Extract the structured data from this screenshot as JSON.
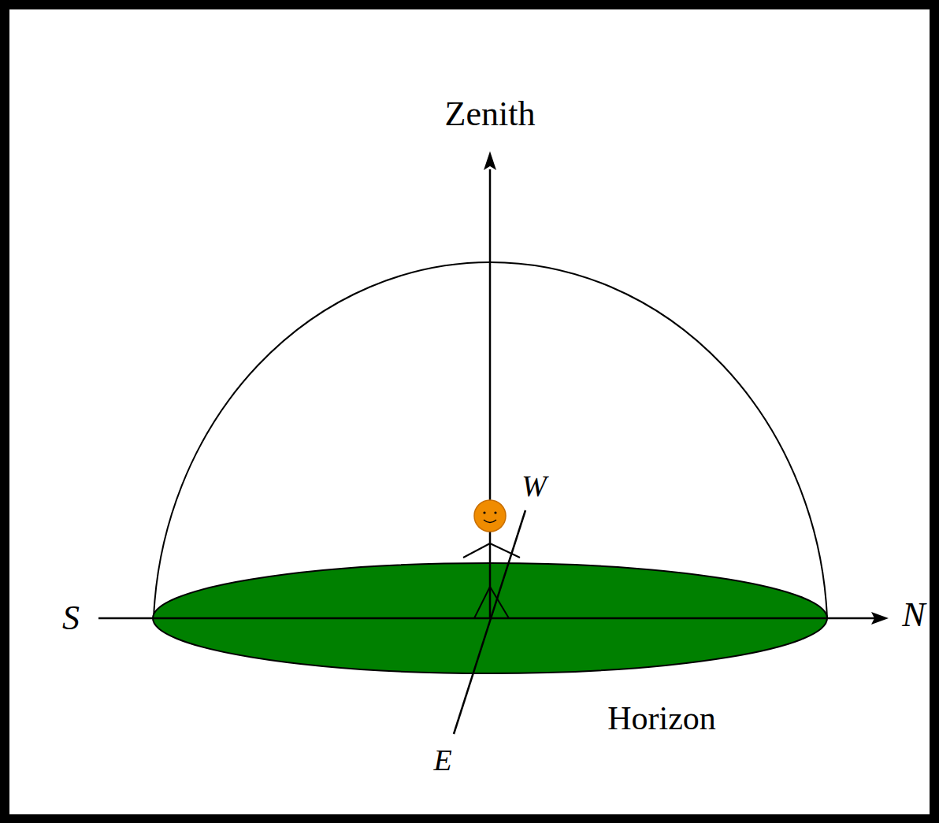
{
  "diagram": {
    "labels": [
      "Zenith",
      "S",
      "N",
      "W",
      "E",
      "Horizon"
    ]
  }
}
